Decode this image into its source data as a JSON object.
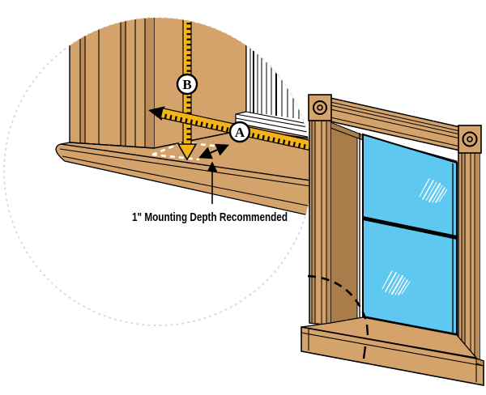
{
  "diagram": {
    "measure_label_a": "A",
    "measure_label_b": "B",
    "caption": "1\" Mounting Depth Recommended"
  },
  "colors": {
    "background": "#FFFFFF",
    "wood_light": "#D4A36C",
    "wood_shade": "#BE8C58",
    "wood_dark": "#AA7C4A",
    "outline": "#000000",
    "tape_yellow": "#F6B318",
    "glass_blue": "#5EC8F0",
    "dash_highlight": "#FFFFFF"
  }
}
